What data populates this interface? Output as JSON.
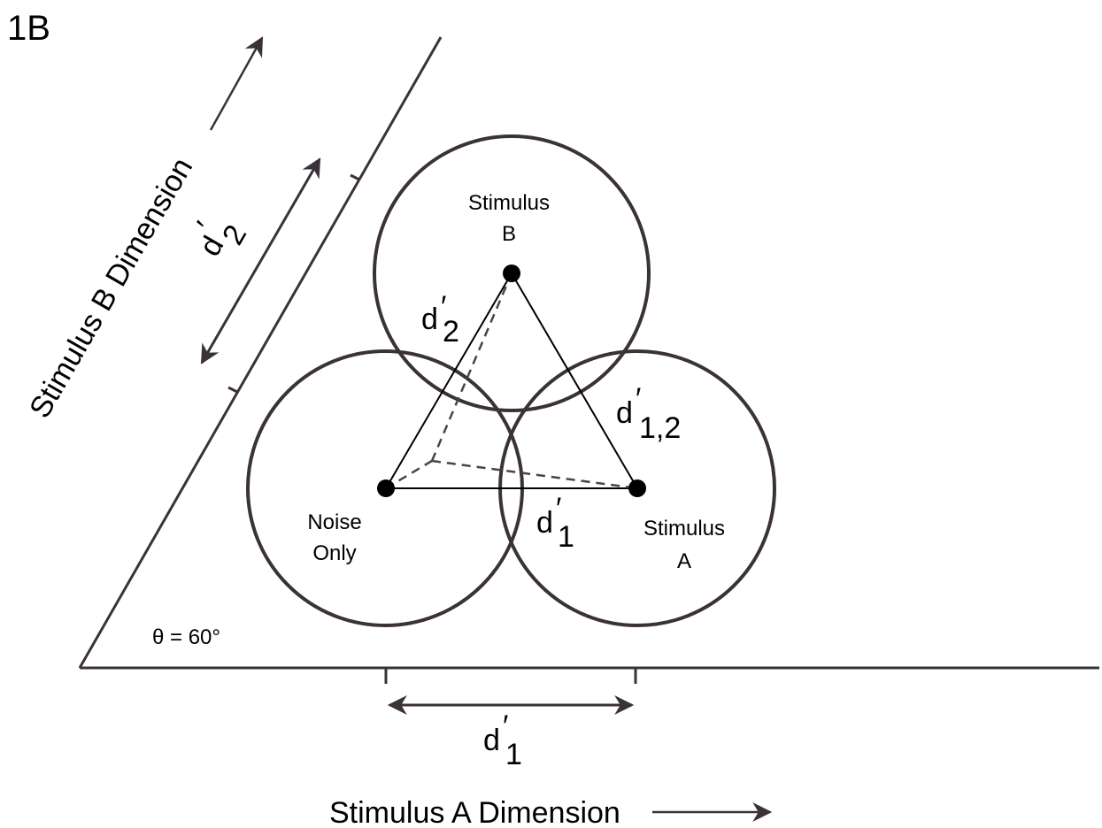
{
  "panel_label": "1B",
  "colors": {
    "ink": "#3a3238",
    "line": "#000000",
    "dash": "#4a4448"
  },
  "axes": {
    "x_label": "Stimulus A  Dimension",
    "y_label": "Stimulus B  Dimension",
    "angle_label": "θ = 60°"
  },
  "nodes": {
    "noise": {
      "line1": "Noise",
      "line2": "Only"
    },
    "stim_a": {
      "line1": "Stimulus",
      "line2": "A"
    },
    "stim_b": {
      "line1": "Stimulus",
      "line2": "B"
    }
  },
  "distances": {
    "d_prime": "d",
    "prime": "′",
    "sub_1": "1",
    "sub_2": "2",
    "sub_12": "1,2"
  }
}
